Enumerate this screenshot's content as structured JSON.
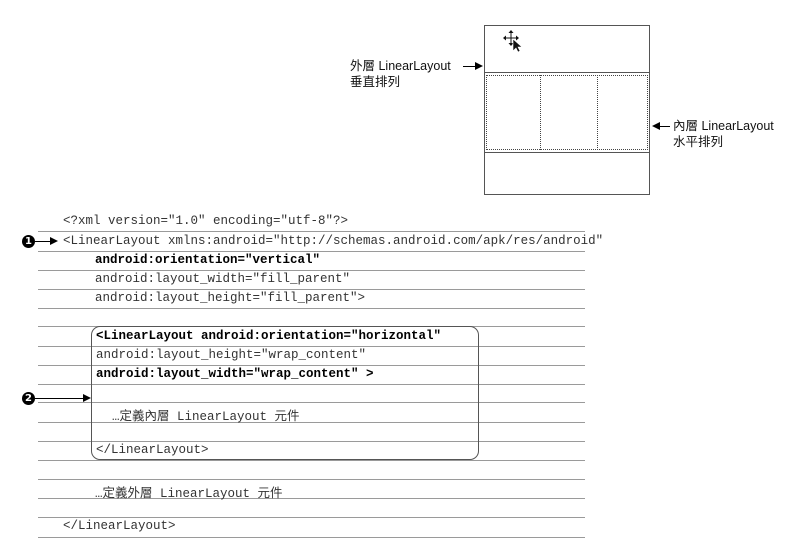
{
  "diagram": {
    "outer_label": {
      "line1": "外層 LinearLayout",
      "line2": "垂直排列"
    },
    "inner_label": {
      "line1": "內層 LinearLayout",
      "line2": "水平排列"
    },
    "cursor": "move-cursor-icon"
  },
  "markers": {
    "m1": "1",
    "m2": "2"
  },
  "code": {
    "line1": "<?xml version=\"1.0\" encoding=\"utf-8\"?>",
    "line2": "<LinearLayout xmlns:android=\"http://schemas.android.com/apk/res/android\"",
    "line3": "android:orientation=\"vertical\"",
    "line4": "android:layout_width=\"fill_parent\"",
    "line5": "android:layout_height=\"fill_parent\">",
    "line6": "<LinearLayout android:orientation=\"horizontal\"",
    "line7": "android:layout_height=\"wrap_content\"",
    "line8": "android:layout_width=\"wrap_content\" >",
    "line9": "…定義內層 LinearLayout 元件",
    "line10": "</LinearLayout>",
    "line11": "…定義外層 LinearLayout 元件",
    "line12": "</LinearLayout>"
  }
}
